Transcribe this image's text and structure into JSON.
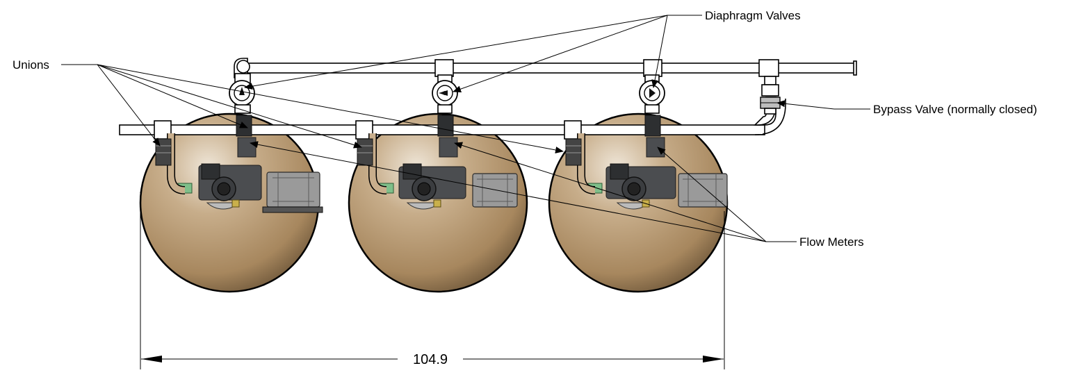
{
  "labels": {
    "diaphragm_valves": "Diaphragm Valves",
    "unions": "Unions",
    "bypass_valve": "Bypass Valve (normally closed)",
    "flow_meters": "Flow Meters"
  },
  "dimension": {
    "overall_width": "104.9"
  },
  "colors": {
    "tank_fill": "#c1a37e",
    "tank_highlight": "#e8dccb",
    "tank_shadow": "#7a6141",
    "outline": "#000000"
  }
}
